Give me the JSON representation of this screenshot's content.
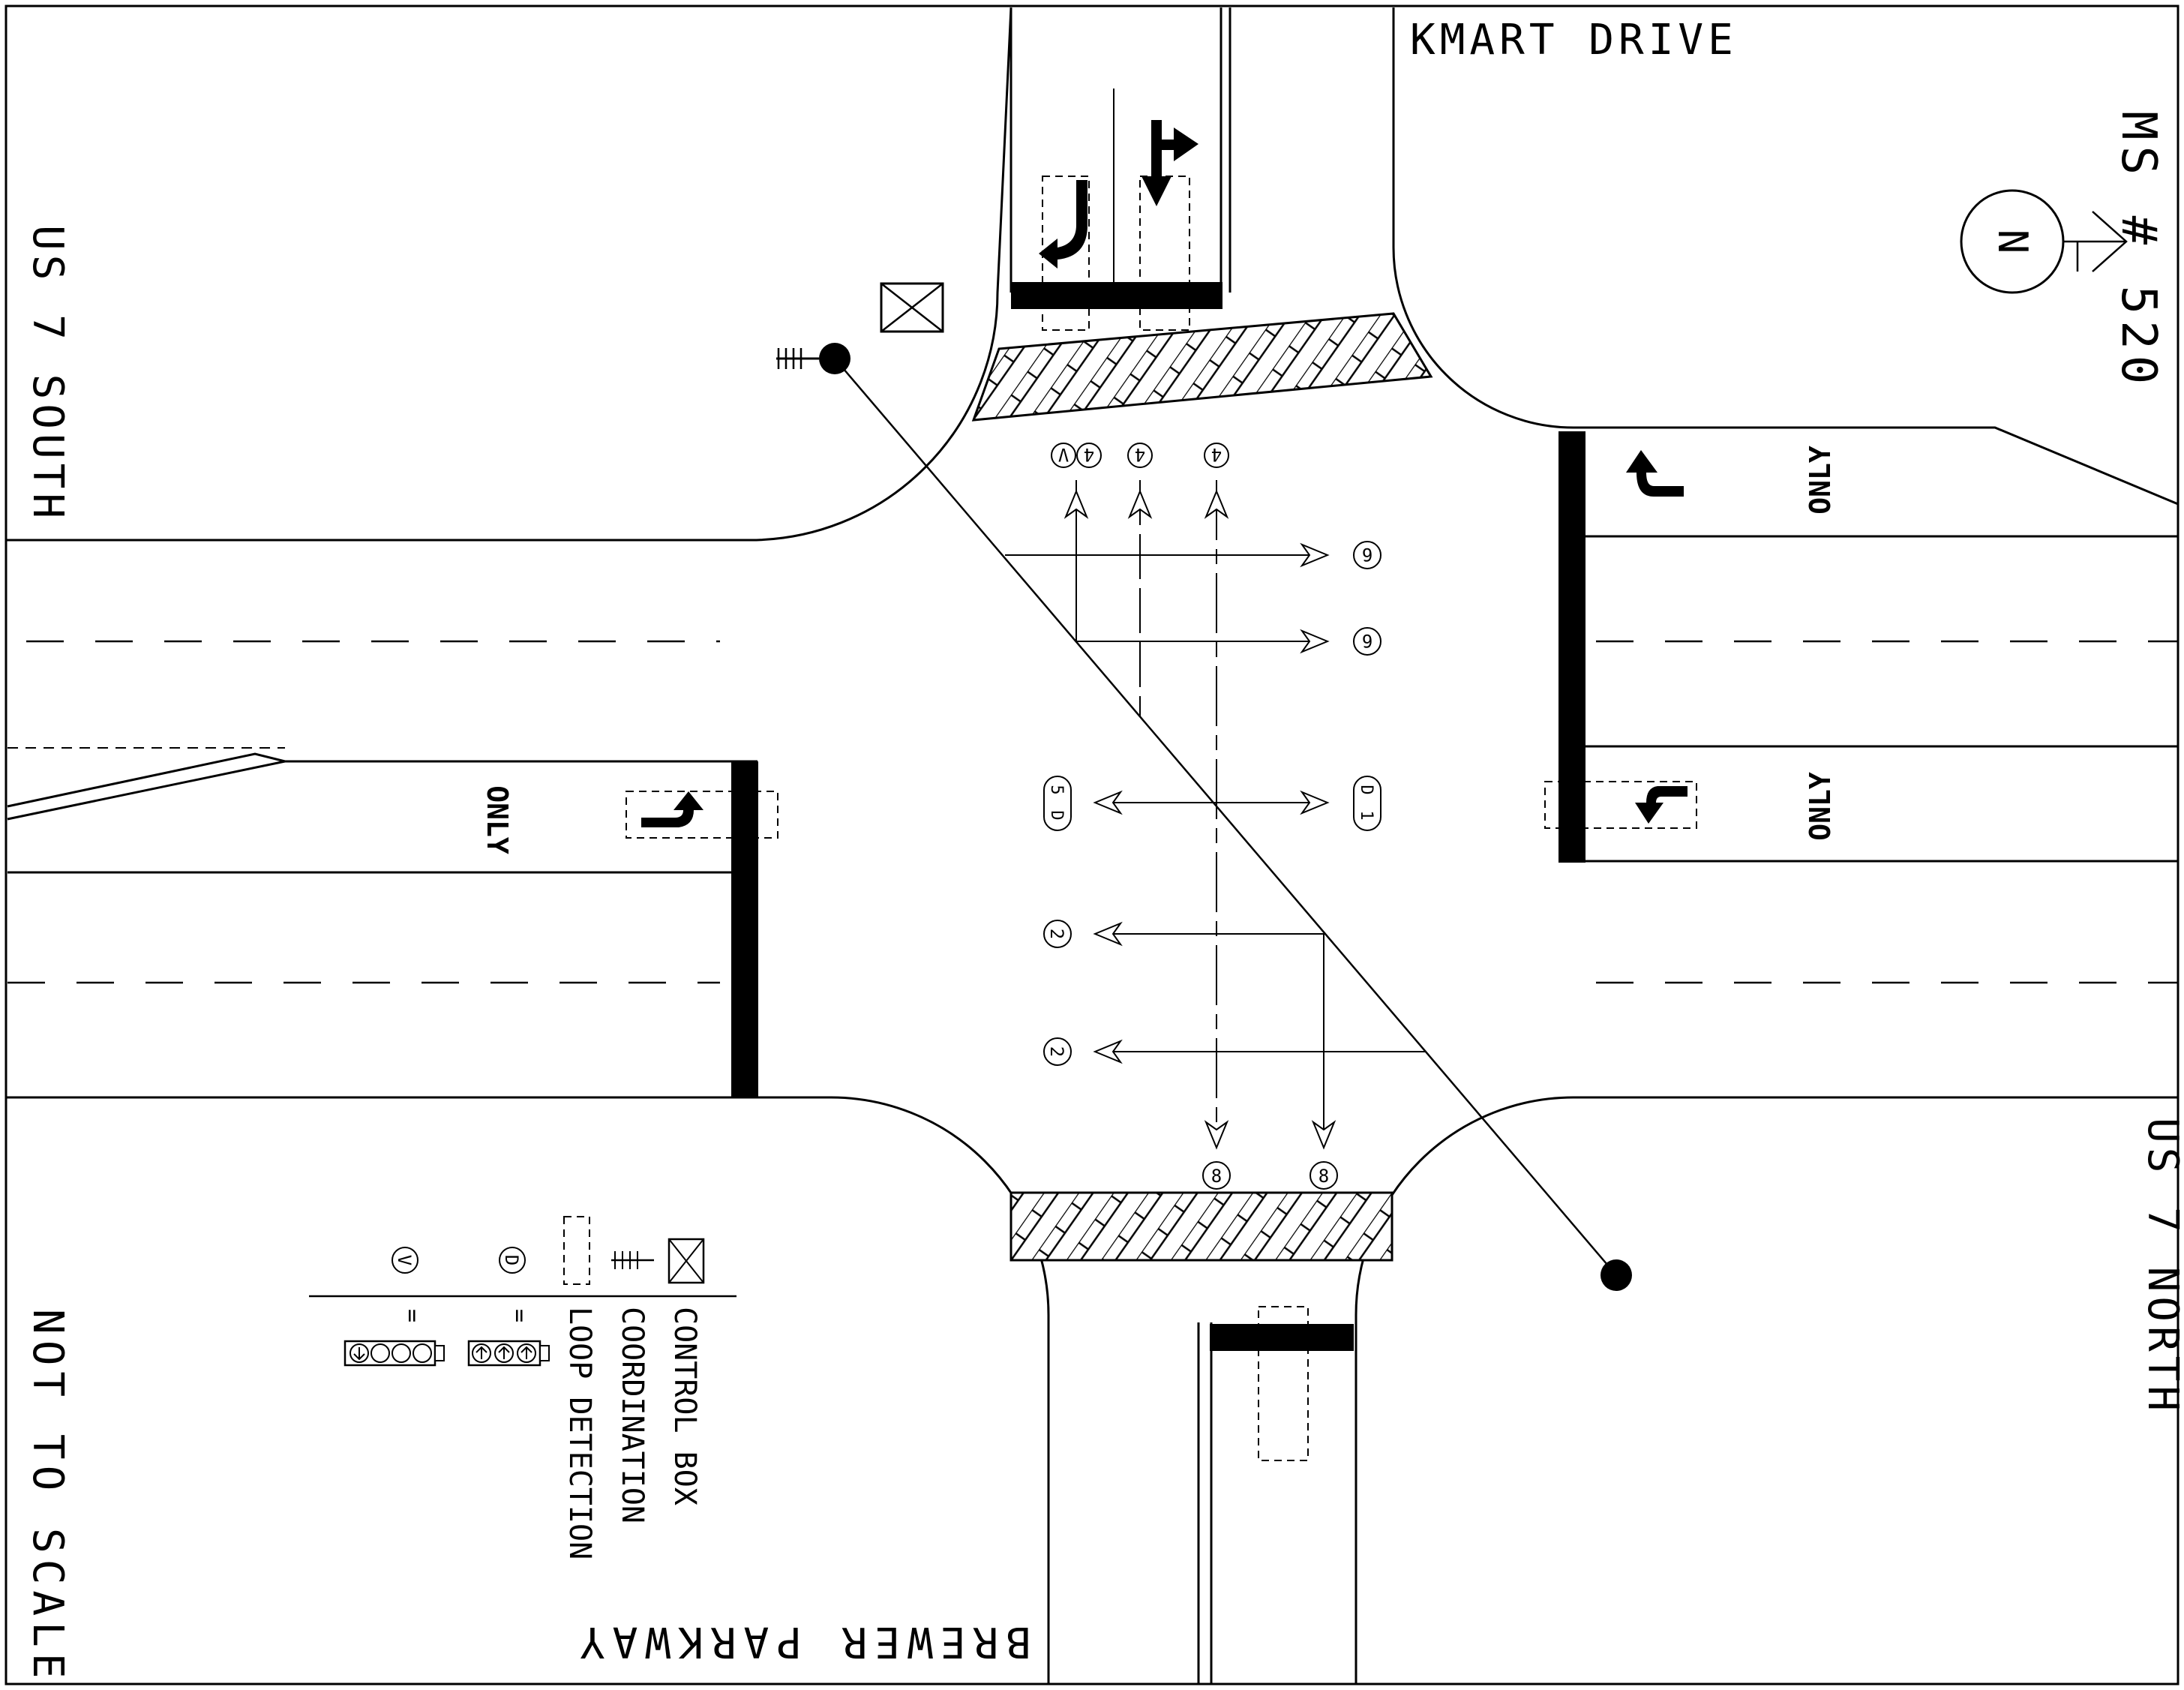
{
  "streets": {
    "north": "KMART DRIVE",
    "south": "BREWER PARKWAY",
    "west": "US 7 SOUTH",
    "east": "US 7 NORTH"
  },
  "route": "MS # 520",
  "north_arrow": "N",
  "scale_note": "NOT TO SCALE",
  "lane_word": "ONLY",
  "legend": {
    "control_box": "CONTROL BOX",
    "coordination": "COORDINATION",
    "loop_detection": "LOOP DETECTION",
    "vehicle_symbol": "V",
    "ped_symbol": "D",
    "equals": "="
  },
  "phases": {
    "p4": "4",
    "p4v": "4",
    "v": "V",
    "p6": "6",
    "p5d": "5",
    "d": "D",
    "p1d": "1",
    "p2": "2",
    "p8": "8"
  }
}
